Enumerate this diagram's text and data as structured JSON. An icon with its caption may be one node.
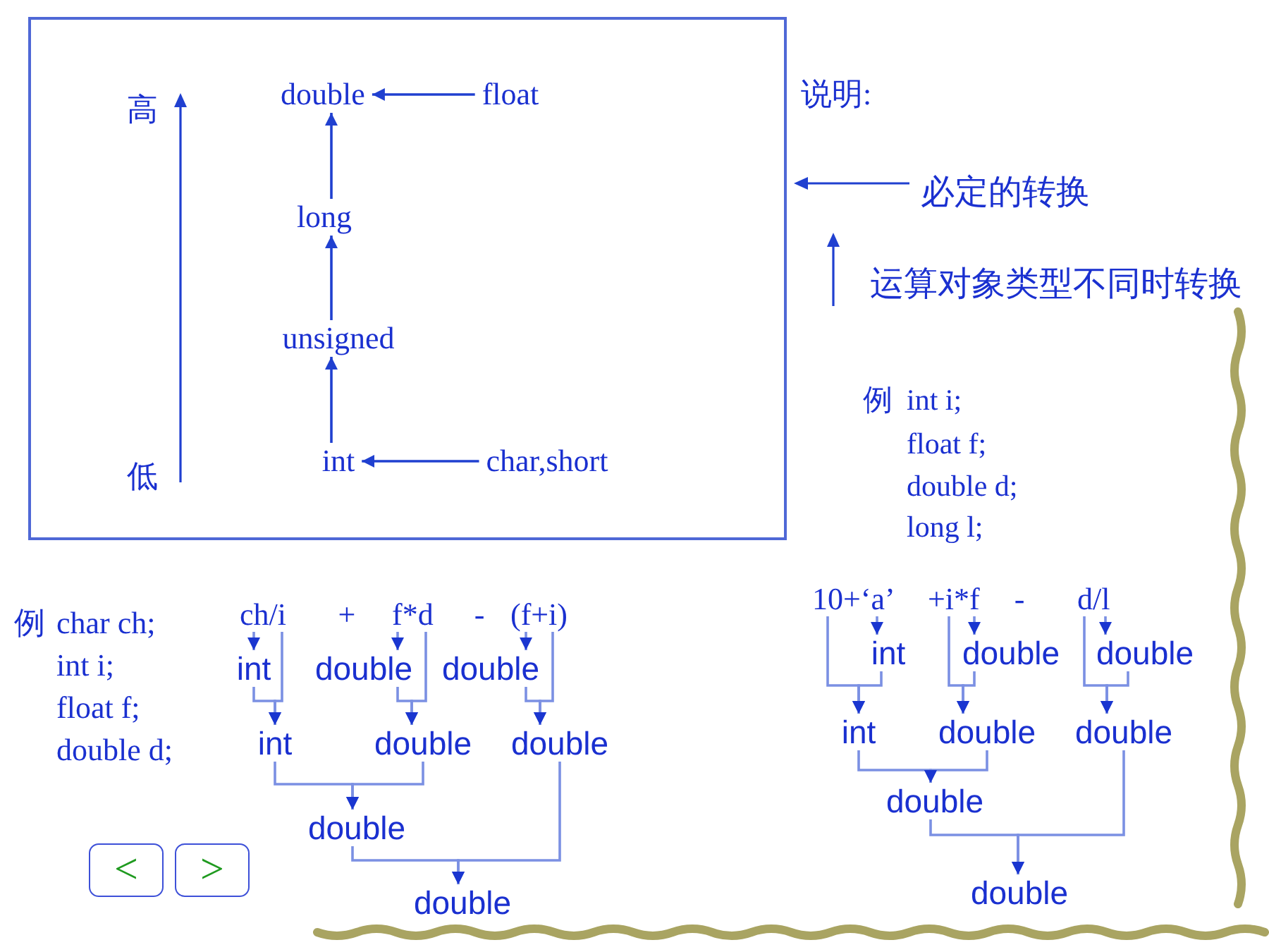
{
  "diagram": {
    "nodes": [
      {
        "text": [],
        "shape": "box"
      },
      {
        "text": [
          "double"
        ],
        "in": 0
      },
      {
        "text": [
          "float"
        ],
        "in": 0
      },
      {
        "text": [
          "long"
        ],
        "in": 0
      },
      {
        "text": [
          "unsigned"
        ],
        "in": 0
      },
      {
        "text": [
          "int"
        ],
        "in": 0
      },
      {
        "text": [
          "char,short"
        ],
        "in": 0
      },
      {
        "text": [
          "ch/i"
        ]
      },
      {
        "text": [
          "f*d"
        ]
      },
      {
        "text": [
          "(f+i)"
        ]
      },
      {
        "text": [
          "int"
        ]
      },
      {
        "text": [
          "double"
        ]
      },
      {
        "text": [
          "double"
        ]
      },
      {
        "text": [
          "int"
        ]
      },
      {
        "text": [
          "double"
        ]
      },
      {
        "text": [
          "double"
        ]
      },
      {
        "text": [
          "double"
        ]
      },
      {
        "text": [
          "double"
        ]
      },
      {
        "text": [
          "<"
        ]
      },
      {
        "text": [
          ">"
        ]
      },
      {
        "text": [
          "10+‘a’"
        ]
      },
      {
        "text": [
          "+i*f"
        ]
      },
      {
        "text": [
          "d/l"
        ]
      },
      {
        "text": [
          "int"
        ]
      },
      {
        "text": [
          "double"
        ]
      },
      {
        "text": [
          "double"
        ]
      },
      {
        "text": [
          "int"
        ]
      },
      {
        "text": [
          "double"
        ]
      },
      {
        "text": [
          "double"
        ]
      },
      {
        "text": [
          "double"
        ]
      },
      {
        "text": [
          "double"
        ]
      }
    ],
    "edges": [
      {
        "from": 2,
        "to": 1,
        "arrow": "to",
        "color": "#2040d0"
      },
      {
        "from": 3,
        "to": 1,
        "arrow": "to",
        "color": "#2040d0"
      },
      {
        "from": 4,
        "to": 3,
        "arrow": "to",
        "color": "#2040d0"
      },
      {
        "from": 5,
        "to": 4,
        "arrow": "to",
        "color": "#2040d0"
      },
      {
        "from": 6,
        "to": 5,
        "arrow": "to",
        "color": "#2040d0"
      },
      {
        "from": 7,
        "to": 10,
        "arrow": "to"
      },
      {
        "from": 10,
        "to": 13,
        "arrow": "to"
      },
      {
        "from": 7,
        "to": 13,
        "arrow": "to"
      },
      {
        "from": 8,
        "to": 11,
        "arrow": "to"
      },
      {
        "from": 11,
        "to": 14,
        "arrow": "to"
      },
      {
        "from": 8,
        "to": 14,
        "arrow": "to"
      },
      {
        "from": 9,
        "to": 12,
        "arrow": "to"
      },
      {
        "from": 12,
        "to": 15,
        "arrow": "to"
      },
      {
        "from": 9,
        "to": 15,
        "arrow": "to"
      },
      {
        "from": 13,
        "to": 16,
        "arrow": "to"
      },
      {
        "from": 14,
        "to": 16,
        "arrow": "to"
      },
      {
        "from": 16,
        "to": 17,
        "arrow": "to"
      },
      {
        "from": 15,
        "to": 17,
        "arrow": "to"
      },
      {
        "from": 20,
        "to": 23,
        "arrow": "to"
      },
      {
        "from": 23,
        "to": 26,
        "arrow": "to"
      },
      {
        "from": 20,
        "to": 26,
        "arrow": "to"
      },
      {
        "from": 21,
        "to": 24,
        "arrow": "to"
      },
      {
        "from": 24,
        "to": 27,
        "arrow": "to"
      },
      {
        "from": 21,
        "to": 27,
        "arrow": "to"
      },
      {
        "from": 22,
        "to": 25,
        "arrow": "to"
      },
      {
        "from": 25,
        "to": 28,
        "arrow": "to"
      },
      {
        "from": 22,
        "to": 28,
        "arrow": "to"
      },
      {
        "from": 26,
        "to": 29,
        "arrow": "to"
      },
      {
        "from": 27,
        "to": 29,
        "arrow": "to"
      },
      {
        "from": 29,
        "to": 30,
        "arrow": "to"
      },
      {
        "from": 28,
        "to": 30,
        "arrow": "to"
      }
    ],
    "labels": [
      "高",
      "低",
      "说明:",
      "例",
      "int i;",
      "float f;",
      "double d;",
      "long l;",
      "例",
      "char ch;",
      "int i;",
      "float f;",
      "double d;",
      "+",
      "-",
      "-"
    ],
    "legend": [
      {
        "text": "必定的转换"
      },
      {
        "text": "运算对象类型不同时转换"
      }
    ]
  }
}
